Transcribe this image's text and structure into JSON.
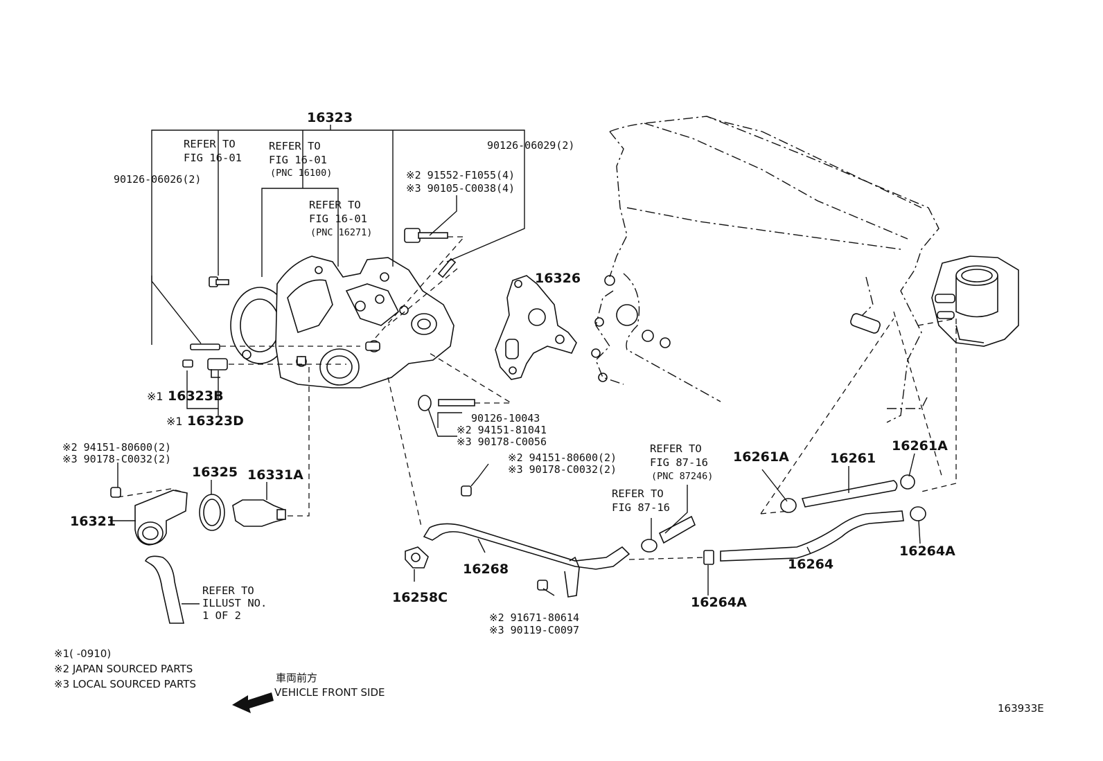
{
  "parts": {
    "p16323": "16323",
    "p16323B": "16323B",
    "p16323D": "16323D",
    "p16326": "16326",
    "p16325": "16325",
    "p16331A": "16331A",
    "p16321": "16321",
    "p16268": "16268",
    "p16258C": "16258C",
    "p16261A_left": "16261A",
    "p16261": "16261",
    "p16261A_right": "16261A",
    "p16264": "16264",
    "p16264A_right": "16264A",
    "p16264A_center": "16264A"
  },
  "mark1": "※1",
  "codes": {
    "c90126_06026": "90126-06026(2)",
    "c90126_06029": "90126-06029(2)",
    "c91552": "※2 91552-F1055(4)",
    "c90105": "※3 90105-C0038(4)",
    "c90126_10043": "90126-10043",
    "c94151_81041": "※2 94151-81041",
    "c90178_C0056": "※3 90178-C0056",
    "c94151_80600_a": "※2 94151-80600(2)",
    "c90178_C0032_a": "※3 90178-C0032(2)",
    "c94151_80600_b": "※2 94151-80600(2)",
    "c90178_C0032_b": "※3 90178-C0032(2)",
    "c91671": "※2 91671-80614",
    "c90119": "※3 90119-C0097"
  },
  "refs": {
    "ref1": [
      "REFER TO",
      "FIG 16-01"
    ],
    "ref2": [
      "REFER TO",
      "FIG 16-01",
      "(PNC 16100)"
    ],
    "ref3": [
      "REFER TO",
      "FIG 16-01",
      "(PNC 16271)"
    ],
    "ref4": [
      "REFER TO",
      "FIG 87-16",
      "(PNC 87246)"
    ],
    "ref5": [
      "REFER TO",
      "FIG 87-16"
    ],
    "ref6": [
      "REFER TO",
      "ILLUST NO.",
      "1 OF 2"
    ]
  },
  "notes": {
    "n1": "※1(      -0910)",
    "n2": "※2 JAPAN SOURCED PARTS",
    "n3": "※3 LOCAL SOURCED PARTS"
  },
  "direction": {
    "jp": "車両前方",
    "en": "VEHICLE FRONT SIDE"
  },
  "figure_id": "163933E"
}
